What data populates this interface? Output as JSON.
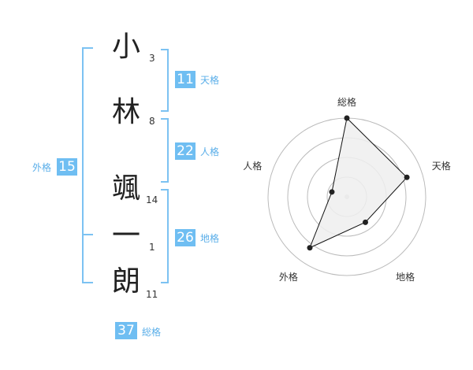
{
  "name": {
    "chars": [
      {
        "char": "小",
        "strokes": "3"
      },
      {
        "char": "林",
        "strokes": "8"
      },
      {
        "char": "颯",
        "strokes": "14"
      },
      {
        "char": "一",
        "strokes": "1"
      },
      {
        "char": "朗",
        "strokes": "11"
      }
    ]
  },
  "fortune": {
    "tenkaku": {
      "value": "11",
      "label": "天格"
    },
    "jinkaku": {
      "value": "22",
      "label": "人格"
    },
    "chikaku": {
      "value": "26",
      "label": "地格"
    },
    "gaikaku": {
      "value": "15",
      "label": "外格"
    },
    "soukaku": {
      "value": "37",
      "label": "総格"
    }
  },
  "chart_data": {
    "type": "radar",
    "axes": [
      "総格",
      "天格",
      "地格",
      "外格",
      "人格"
    ],
    "values": [
      5,
      4,
      2,
      4,
      1
    ],
    "range": [
      0,
      5
    ],
    "rings": 4,
    "colors": {
      "fill": "#eeeeee",
      "line": "#111111",
      "ring": "#bbbbbb"
    }
  }
}
